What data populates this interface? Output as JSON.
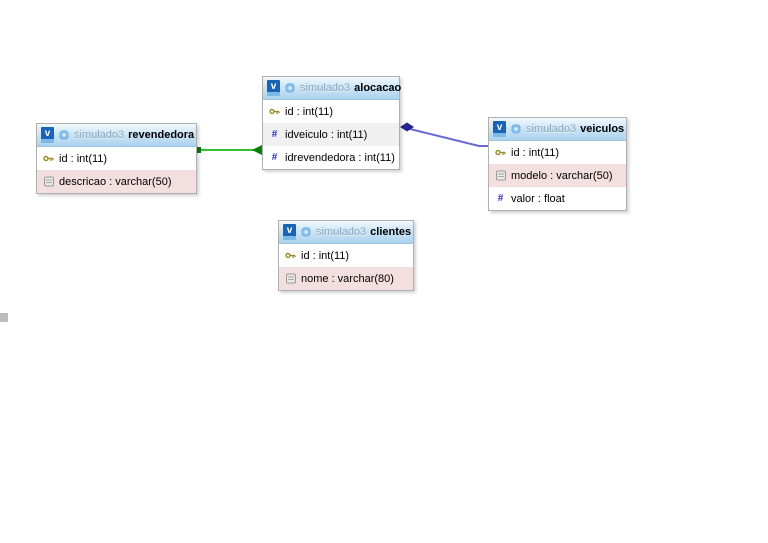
{
  "icons": {
    "table_badge_letter": "v",
    "hash_glyph": "#",
    "table_badge": "designer-table-icon",
    "options": "gear-icon",
    "primary_key": "key-icon",
    "integer_field": "hash-icon",
    "text_field": "text-icon"
  },
  "colors": {
    "header_gradient_top": "#f2f9fd",
    "header_gradient_bottom": "#abd2ee",
    "badge_blue": "#1a64b6",
    "badge_bar_blue": "#7db9e6",
    "schema_text": "#8ba6bc",
    "row_gray": "#f0f0f0",
    "row_pink": "#f3dfdf",
    "relation_green": "#2fc12f",
    "relation_green_endpoint": "#0a7d0a",
    "relation_blue": "#6a6ad6",
    "relation_blue_endpoint": "#23238f",
    "table_border": "#b0b0b0"
  },
  "tables": [
    {
      "schema": "simulado3",
      "name": "revendedora",
      "columns": [
        {
          "name": "id",
          "type": "int(11)",
          "label": "id : int(11)",
          "icon": "key-icon"
        },
        {
          "name": "descricao",
          "type": "varchar(50)",
          "label": "descricao : varchar(50)",
          "icon": "text-icon"
        }
      ]
    },
    {
      "schema": "simulado3",
      "name": "alocacao",
      "columns": [
        {
          "name": "id",
          "type": "int(11)",
          "label": "id : int(11)",
          "icon": "key-icon"
        },
        {
          "name": "idveiculo",
          "type": "int(11)",
          "label": "idveiculo : int(11)",
          "icon": "hash-icon"
        },
        {
          "name": "idrevendedora",
          "type": "int(11)",
          "label": "idrevendedora : int(11)",
          "icon": "hash-icon"
        }
      ]
    },
    {
      "schema": "simulado3",
      "name": "veiculos",
      "columns": [
        {
          "name": "id",
          "type": "int(11)",
          "label": "id : int(11)",
          "icon": "key-icon"
        },
        {
          "name": "modelo",
          "type": "varchar(50)",
          "label": "modelo : varchar(50)",
          "icon": "text-icon"
        },
        {
          "name": "valor",
          "type": "float",
          "label": "valor : float",
          "icon": "hash-icon"
        }
      ]
    },
    {
      "schema": "simulado3",
      "name": "clientes",
      "columns": [
        {
          "name": "id",
          "type": "int(11)",
          "label": "id : int(11)",
          "icon": "key-icon"
        },
        {
          "name": "nome",
          "type": "varchar(80)",
          "label": "nome : varchar(80)",
          "icon": "text-icon"
        }
      ]
    }
  ],
  "relations": [
    {
      "from_table": "revendedora",
      "from_column": "id",
      "to_table": "alocacao",
      "to_column": "idrevendedora",
      "color": "#2fc12f"
    },
    {
      "from_table": "veiculos",
      "from_column": "id",
      "to_table": "alocacao",
      "to_column": "idveiculo",
      "color": "#6a6ad6"
    }
  ]
}
